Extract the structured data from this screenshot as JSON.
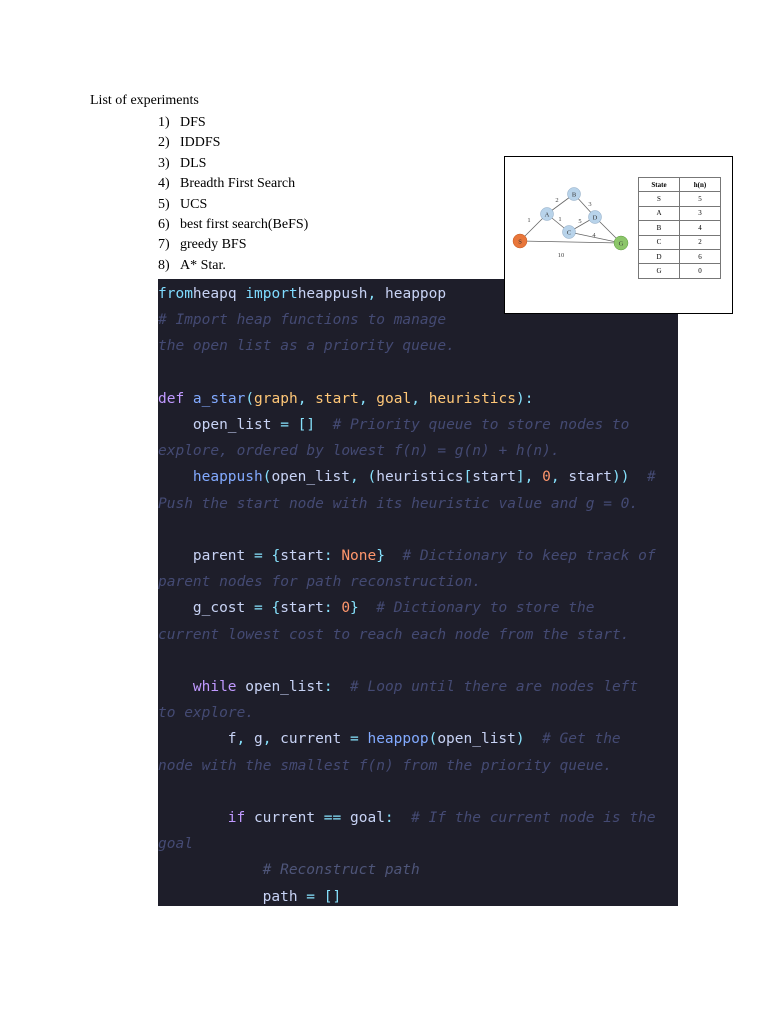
{
  "heading": "List of experiments",
  "experiments": [
    {
      "num": "1)",
      "label": "DFS"
    },
    {
      "num": "2)",
      "label": "IDDFS"
    },
    {
      "num": "3)",
      "label": "DLS"
    },
    {
      "num": "4)",
      "label": "Breadth First Search"
    },
    {
      "num": "5)",
      "label": "UCS"
    },
    {
      "num": "6)",
      "label": "best first search(BeFS)"
    },
    {
      "num": "7)",
      "label": "greedy BFS"
    },
    {
      "num": "8)",
      "label": "A* Star."
    }
  ],
  "figure": {
    "nodes": [
      "S",
      "A",
      "B",
      "C",
      "D",
      "G"
    ],
    "edge_labels": [
      "1",
      "2",
      "1",
      "5",
      "3",
      "4",
      "10"
    ],
    "table": {
      "headers": [
        "State",
        "h(n)"
      ],
      "rows": [
        [
          "S",
          "5"
        ],
        [
          "A",
          "3"
        ],
        [
          "B",
          "4"
        ],
        [
          "C",
          "2"
        ],
        [
          "D",
          "6"
        ],
        [
          "G",
          "0"
        ]
      ]
    },
    "colors": {
      "start": "#e8763a",
      "goal": "#8cc66a",
      "node": "#b8d3ea"
    }
  },
  "code": {
    "lines": [
      {
        "indent": 0,
        "parts": [
          [
            "kw2",
            "from"
          ],
          [
            "",
            "heapq "
          ],
          [
            "kw2",
            "import"
          ],
          [
            "",
            "heappush"
          ],
          [
            "punc",
            ","
          ],
          [
            "",
            " heappop"
          ]
        ]
      },
      {
        "indent": 0,
        "parts": [
          [
            "cm",
            "# Import heap functions to manage"
          ]
        ]
      },
      {
        "indent": 0,
        "parts": [
          [
            "cm",
            "the open list as a priority queue."
          ]
        ]
      },
      {
        "indent": 0,
        "parts": []
      },
      {
        "indent": 0,
        "parts": [
          [
            "kw",
            "def "
          ],
          [
            "fn",
            "a_star"
          ],
          [
            "punc",
            "("
          ],
          [
            "param",
            "graph"
          ],
          [
            "punc",
            ", "
          ],
          [
            "param",
            "start"
          ],
          [
            "punc",
            ", "
          ],
          [
            "param",
            "goal"
          ],
          [
            "punc",
            ", "
          ],
          [
            "param",
            "heuristics"
          ],
          [
            "punc",
            "):"
          ]
        ]
      },
      {
        "indent": 4,
        "parts": [
          [
            "",
            "open_list "
          ],
          [
            "punc",
            "= []"
          ],
          [
            "",
            "  "
          ],
          [
            "cm",
            "# Priority queue to store nodes to"
          ]
        ]
      },
      {
        "indent": 0,
        "parts": [
          [
            "cm",
            "explore, ordered by lowest f(n) = g(n) + h(n)."
          ]
        ]
      },
      {
        "indent": 4,
        "parts": [
          [
            "fn",
            "heappush"
          ],
          [
            "punc",
            "("
          ],
          [
            "",
            "open_list"
          ],
          [
            "punc",
            ", ("
          ],
          [
            "",
            "heuristics"
          ],
          [
            "punc",
            "["
          ],
          [
            "",
            "start"
          ],
          [
            "punc",
            "], "
          ],
          [
            "num-lit",
            "0"
          ],
          [
            "punc",
            ", "
          ],
          [
            "",
            "start"
          ],
          [
            "punc",
            "))"
          ],
          [
            "",
            "  "
          ],
          [
            "cm",
            "#"
          ]
        ]
      },
      {
        "indent": 0,
        "parts": [
          [
            "cm",
            "Push the start node with its heuristic value and g = 0."
          ]
        ]
      },
      {
        "indent": 0,
        "parts": []
      },
      {
        "indent": 4,
        "parts": [
          [
            "",
            "parent "
          ],
          [
            "punc",
            "= {"
          ],
          [
            "",
            "start"
          ],
          [
            "punc",
            ": "
          ],
          [
            "num-lit",
            "None"
          ],
          [
            "punc",
            "}"
          ],
          [
            "",
            "  "
          ],
          [
            "cm",
            "# Dictionary to keep track of"
          ]
        ]
      },
      {
        "indent": 0,
        "parts": [
          [
            "cm",
            "parent nodes for path reconstruction."
          ]
        ]
      },
      {
        "indent": 4,
        "parts": [
          [
            "",
            "g_cost "
          ],
          [
            "punc",
            "= {"
          ],
          [
            "",
            "start"
          ],
          [
            "punc",
            ": "
          ],
          [
            "num-lit",
            "0"
          ],
          [
            "punc",
            "}"
          ],
          [
            "",
            "  "
          ],
          [
            "cm",
            "# Dictionary to store the"
          ]
        ]
      },
      {
        "indent": 0,
        "parts": [
          [
            "cm",
            "current lowest cost to reach each node from the start."
          ]
        ]
      },
      {
        "indent": 0,
        "parts": []
      },
      {
        "indent": 4,
        "parts": [
          [
            "kw",
            "while "
          ],
          [
            "",
            "open_list"
          ],
          [
            "punc",
            ":"
          ],
          [
            "",
            "  "
          ],
          [
            "cm",
            "# Loop until there are nodes left"
          ]
        ]
      },
      {
        "indent": 0,
        "parts": [
          [
            "cm",
            "to explore."
          ]
        ]
      },
      {
        "indent": 8,
        "parts": [
          [
            "",
            "f"
          ],
          [
            "punc",
            ", "
          ],
          [
            "",
            "g"
          ],
          [
            "punc",
            ", "
          ],
          [
            "",
            "current "
          ],
          [
            "punc",
            "= "
          ],
          [
            "fn",
            "heappop"
          ],
          [
            "punc",
            "("
          ],
          [
            "",
            "open_list"
          ],
          [
            "punc",
            ")"
          ],
          [
            "",
            "  "
          ],
          [
            "cm",
            "# Get the"
          ]
        ]
      },
      {
        "indent": 0,
        "parts": [
          [
            "cm",
            "node with the smallest f(n) from the priority queue."
          ]
        ]
      },
      {
        "indent": 0,
        "parts": []
      },
      {
        "indent": 8,
        "parts": [
          [
            "kw",
            "if "
          ],
          [
            "",
            "current "
          ],
          [
            "punc",
            "== "
          ],
          [
            "",
            "goal"
          ],
          [
            "punc",
            ":"
          ],
          [
            "",
            "  "
          ],
          [
            "cm",
            "# If the current node is the"
          ]
        ]
      },
      {
        "indent": 0,
        "parts": [
          [
            "cm",
            "goal"
          ]
        ]
      },
      {
        "indent": 12,
        "parts": [
          [
            "cm2",
            "# Reconstruct path"
          ]
        ]
      },
      {
        "indent": 12,
        "parts": [
          [
            "",
            "path "
          ],
          [
            "punc",
            "= []"
          ]
        ]
      }
    ]
  }
}
